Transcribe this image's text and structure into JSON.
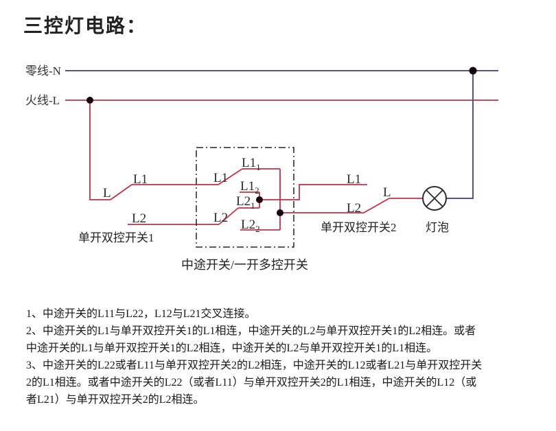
{
  "page": {
    "title": "三控灯电路："
  },
  "colors": {
    "live": "#bf3048",
    "neutral": "#54547e",
    "dot": "#16050b",
    "box": "#222222",
    "bulb": "#2b2b2b"
  },
  "diagram": {
    "neutral_label": "零线-N",
    "live_label": "火线-L",
    "switch1": {
      "l": "L",
      "l1": "L1",
      "l2": "L2",
      "caption": "单开双控开关1"
    },
    "middle_switch": {
      "l1": "L1",
      "l2": "L2",
      "l11": {
        "base": "L1",
        "sub": "1"
      },
      "l12": {
        "base": "L1",
        "sub": "2"
      },
      "l21": {
        "base": "L2",
        "sub": "1"
      },
      "l22": {
        "base": "L2",
        "sub": "2"
      },
      "caption": "中途开关/一开多控开关"
    },
    "switch2": {
      "l1": "L1",
      "l2": "L2",
      "l": "L",
      "caption": "单开双控开关2"
    },
    "bulb_label": "灯泡"
  },
  "notes": {
    "lines": [
      "1、中途开关的L11与L22，L12与L21交叉连接。",
      "2、中途开关的L1与单开双控开关1的L1相连，中途开关的L2与单开双控开关1的L2相连。或者",
      "中途开关的L1与单开双控开关1的L2相连，中途开关的L2与单开双控开关1的L1相连。",
      "3、中途开关的L22或者L11与单开双控开关2的L2相连，中途开关的L12或者L21与单开双控开关",
      "2的L1相连。或者中途开关的L22（或者L11）与单开双控开关2的L1相连，中途开关的L12（或",
      "者L21）与单开双控开关2的L2相连。"
    ]
  }
}
